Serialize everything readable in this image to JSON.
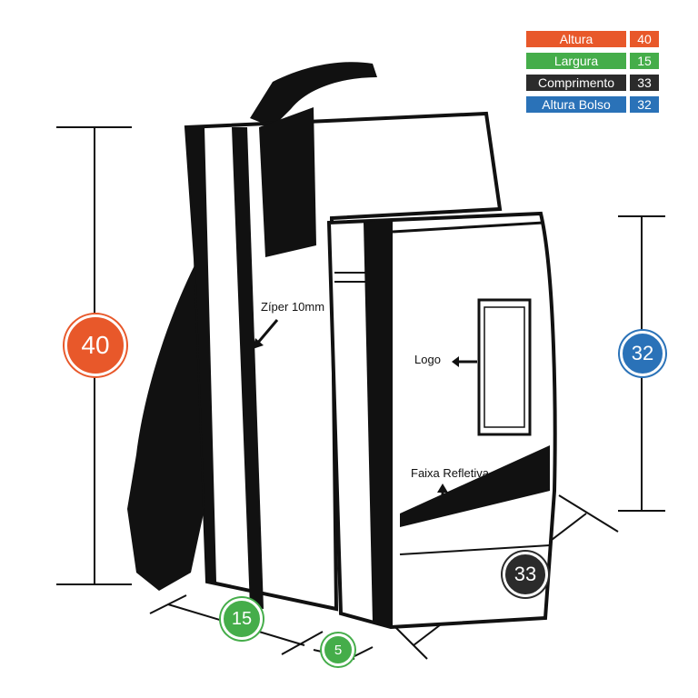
{
  "legend": [
    {
      "name": "Altura",
      "value": "40",
      "color": "#e8582a"
    },
    {
      "name": "Largura",
      "value": "15",
      "color": "#45ad4a"
    },
    {
      "name": "Comprimento",
      "value": "33",
      "color": "#2b2b2b"
    },
    {
      "name": "Altura Bolso",
      "value": "32",
      "color": "#2a72b8"
    }
  ],
  "badges": {
    "height": "40",
    "pocket_height": "32",
    "length": "33",
    "width": "15",
    "depth": "5"
  },
  "labels": {
    "zipper": "Zíper 10mm",
    "logo": "Logo",
    "reflective": "Faixa Refletiva"
  }
}
